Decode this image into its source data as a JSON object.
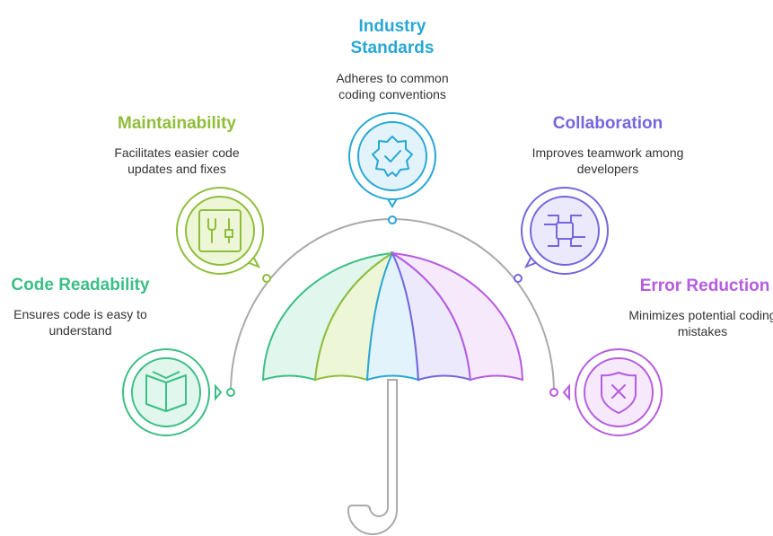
{
  "colors": {
    "readability": "#3cbf86",
    "maintainability": "#8fbe3a",
    "standards": "#28a7d6",
    "collaboration": "#7466dd",
    "error": "#b65ce0",
    "arc": "#aaaaaa",
    "text": "#333333"
  },
  "items": [
    {
      "key": "readability",
      "title": "Code Readability",
      "description": "Ensures code is easy to understand",
      "icon": "book-icon"
    },
    {
      "key": "maintainability",
      "title": "Maintainability",
      "description": "Facilitates easier code updates and fixes",
      "icon": "tools-icon"
    },
    {
      "key": "standards",
      "title": "Industry Standards",
      "description": "Adheres to common coding conventions",
      "icon": "badge-check-icon"
    },
    {
      "key": "collaboration",
      "title": "Collaboration",
      "description": "Improves teamwork among developers",
      "icon": "handshake-icon"
    },
    {
      "key": "error",
      "title": "Error Reduction",
      "description": "Minimizes potential coding mistakes",
      "icon": "shield-x-icon"
    }
  ]
}
